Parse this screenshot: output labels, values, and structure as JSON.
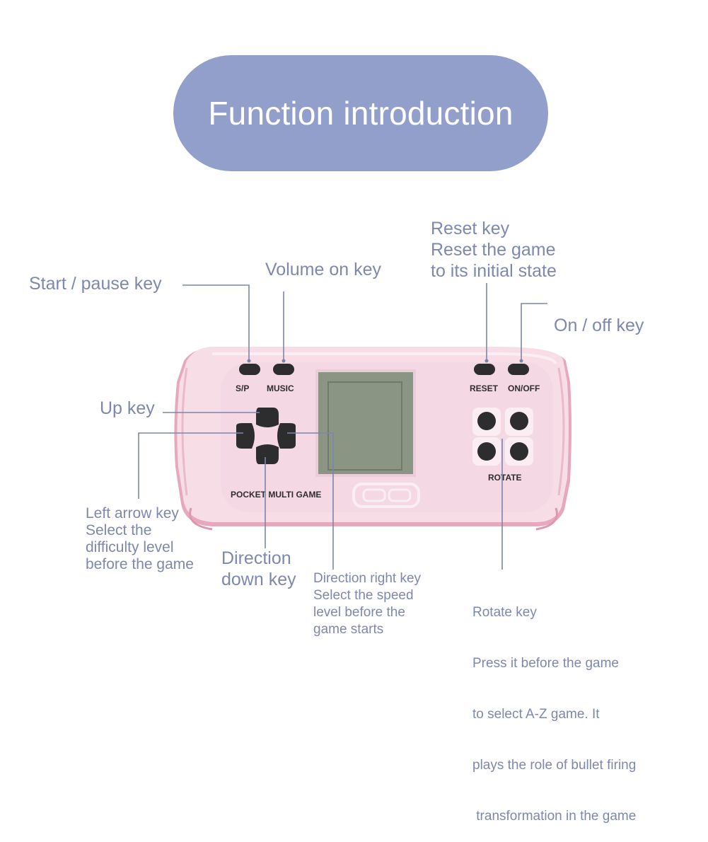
{
  "title": "Function introduction",
  "device": {
    "btn_sp": "S/P",
    "btn_music": "MUSIC",
    "btn_reset": "RESET",
    "btn_onoff": "ON/OFF",
    "rotate": "ROTATE",
    "brand": "POCKET MULTI GAME"
  },
  "labels": {
    "start_pause": [
      "Start / pause key"
    ],
    "volume_on": [
      "Volume on key"
    ],
    "reset": [
      "Reset key",
      "Reset the game",
      "to its initial state"
    ],
    "on_off": [
      "On / off key"
    ],
    "up": [
      "Up key"
    ],
    "left_arrow": [
      "Left arrow key",
      "Select the",
      "difficulty level",
      "before the game"
    ],
    "direction_down": [
      "Direction",
      "down key"
    ],
    "direction_right": [
      "Direction right key",
      "Select the speed",
      "level before the",
      "game starts"
    ],
    "rotate": [
      "Rotate key",
      "Press it before the game",
      "to select A-Z game. It",
      "plays the role of bullet firing",
      " transformation in the game"
    ]
  },
  "colors": {
    "title_bg": "#939fcb",
    "label_text": "#7e88ad",
    "device_body": "#f6dde6",
    "screen": "#8a9683",
    "button": "#2d2d2f"
  }
}
